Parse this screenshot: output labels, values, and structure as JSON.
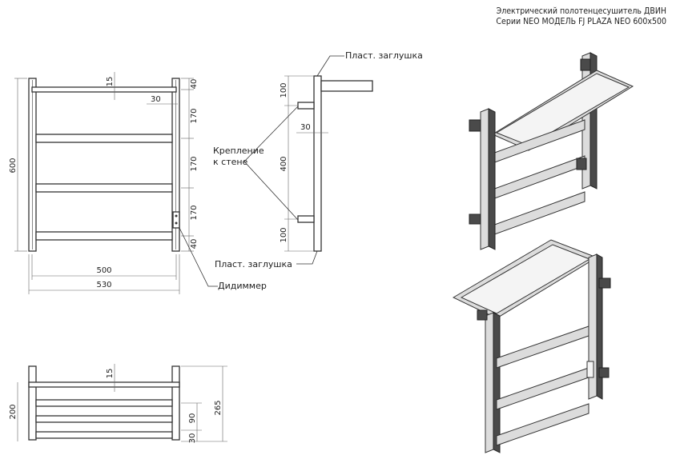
{
  "title": {
    "line1": "Электрический полотенцесушитель ДВИН",
    "line2": "Серии NEO МОДЕЛЬ FJ PLAZA NEO 600x500"
  },
  "front_view": {
    "dim_height": "600",
    "dim_width_inner": "500",
    "dim_width_outer": "530",
    "dim_top_gap": "15",
    "dim_offset": "30",
    "dim_top": "40",
    "dim_spacing_1": "170",
    "dim_spacing_2": "170",
    "dim_spacing_3": "170",
    "dim_bottom": "40",
    "dimmer_label": "Дидиммер"
  },
  "side_view": {
    "plug_top_label": "Пласт. заглушка",
    "plug_bottom_label": "Пласт. заглушка",
    "mount_label_line1": "Крепление",
    "mount_label_line2": "к стене",
    "dim_top": "100",
    "dim_depth": "30",
    "dim_middle": "400",
    "dim_bottom": "100"
  },
  "top_view": {
    "dim_depth_total": "200",
    "dim_gap": "15",
    "dim_265": "265",
    "dim_90": "90",
    "dim_30": "30"
  }
}
